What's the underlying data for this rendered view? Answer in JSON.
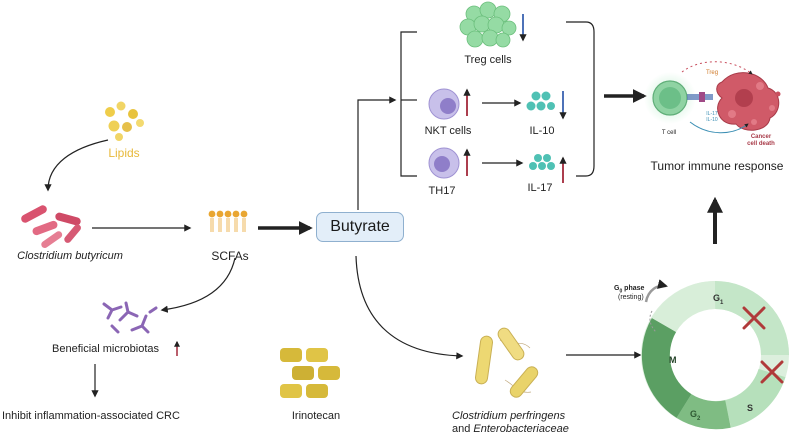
{
  "labels": {
    "lipids": "Lipids",
    "clostridium_butyricum": "Clostridium butyricum",
    "scfas": "SCFAs",
    "butyrate": "Butyrate",
    "beneficial_microbiotas": "Beneficial microbiotas",
    "inhibit_crc": "Inhibit inflammation-associated CRC",
    "irinotecan": "Irinotecan",
    "clostridium_perfringens": "Clostridium perfringens",
    "and_prefix": "and ",
    "enterobacteriaceae": "Enterobacteriaceae",
    "treg_cells": "Treg cells",
    "nkt_cells": "NKT cells",
    "th17": "TH17",
    "il10": "IL-10",
    "il17": "IL-17",
    "tumor_immune_response": "Tumor immune response",
    "tcell_inset": "T cell",
    "treg_inset": "Treg",
    "il17_inset": "IL-17",
    "il10_inset": "IL-10",
    "cancer_cell_death_1": "Cancer",
    "cancer_cell_death_2": "cell death",
    "g0_phase": "G",
    "g0_sub": "0",
    "g0_phase_suffix": " phase",
    "resting": "(resting)",
    "phase_g1": "G",
    "phase_g1_sub": "1",
    "phase_s": "S",
    "phase_g2": "G",
    "phase_g2_sub": "2",
    "phase_m": "M"
  },
  "colors": {
    "up_arrow": "#a3293a",
    "down_arrow": "#3b62b0",
    "lipid_yellow": "#e8b93a",
    "bacteria_pink": "#d9536f",
    "cell_green": "#7fcf94",
    "cancer_red": "#c9505f",
    "inhibit_x": "#b03a3a"
  },
  "icons": [
    "lipid-droplets-icon",
    "rod-bacteria-icon",
    "lipid-bilayer-icon",
    "branched-microbiota-icon",
    "irinotecan-pills-icon",
    "flagellated-bacteria-icon",
    "treg-cluster-icon",
    "nkt-cell-icon",
    "th17-cell-icon",
    "cytokine-icon",
    "t-cell-icon",
    "cancer-cell-icon",
    "cell-cycle-ring-icon",
    "inhibit-x-icon"
  ]
}
